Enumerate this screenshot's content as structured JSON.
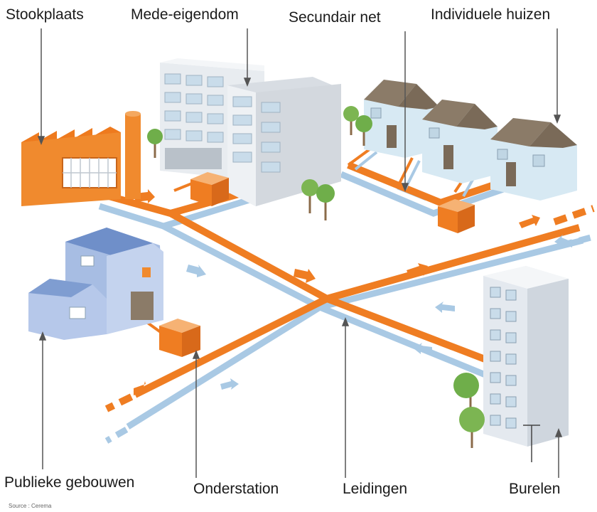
{
  "labels": {
    "stookplaats": "Stookplaats",
    "mede_eigendom": "Mede-eigendom",
    "secundair_net": "Secundair net",
    "individuele_huizen": "Individuele huizen",
    "publieke_gebouwen": "Publieke gebouwen",
    "onderstation": "Onderstation",
    "leidingen": "Leidingen",
    "burelen": "Burelen"
  },
  "source": "Source : Cerema",
  "colors": {
    "hot_pipe": "#ef7d22",
    "cold_pipe": "#a9c9e4",
    "building_light": "#dfe7ef",
    "house_wall": "#d7e9f3",
    "roof": "#8b7b68",
    "public_building": "#8fa9d6",
    "tree": "#6fae4a"
  }
}
